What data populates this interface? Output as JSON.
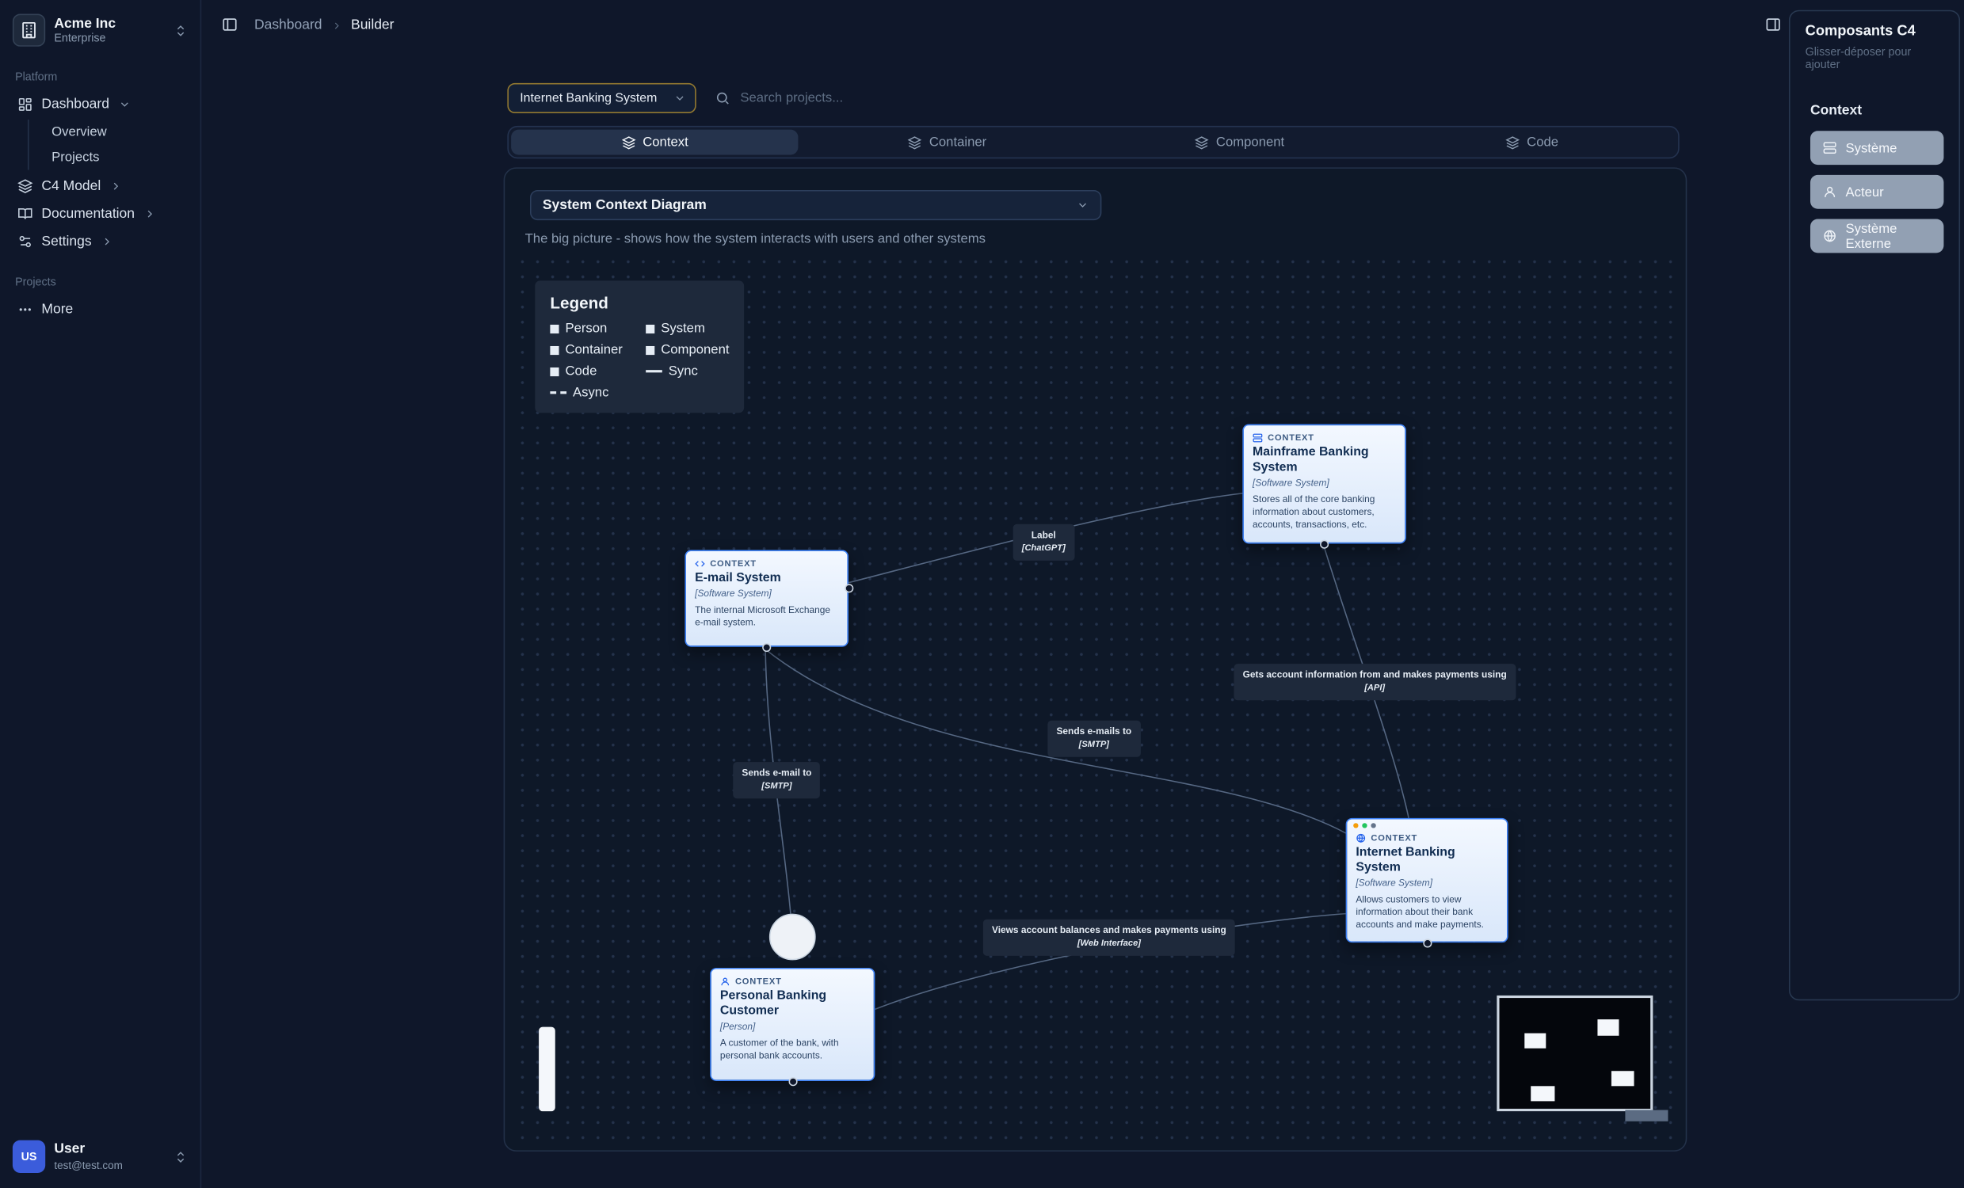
{
  "colors": {
    "accent_blue": "#3b82f6",
    "node_bg": "#e9f1fc",
    "canvas_bg": "#0f172a",
    "edge_label_bg": "#1e293b",
    "selector_focus_border": "#937930"
  },
  "sidebar": {
    "org": {
      "name": "Acme Inc",
      "plan": "Enterprise"
    },
    "platform_label": "Platform",
    "dashboard": {
      "label": "Dashboard",
      "children": [
        "Overview",
        "Projects"
      ]
    },
    "items": [
      {
        "label": "C4 Model"
      },
      {
        "label": "Documentation"
      },
      {
        "label": "Settings"
      }
    ],
    "projects_label": "Projects",
    "more_label": "More",
    "user": {
      "initials": "US",
      "name": "User",
      "email": "test@test.com"
    }
  },
  "breadcrumb": {
    "root": "Dashboard",
    "current": "Builder"
  },
  "toolbar": {
    "project_selector": "Internet Banking System",
    "search_placeholder": "Search projects..."
  },
  "tabs": [
    {
      "label": "Context"
    },
    {
      "label": "Container"
    },
    {
      "label": "Component"
    },
    {
      "label": "Code"
    }
  ],
  "diagram": {
    "type_selector": "System Context Diagram",
    "subtitle": "The big picture - shows how the system interacts with users and other systems",
    "legend": {
      "title": "Legend",
      "items": [
        "Person",
        "System",
        "Container",
        "Component",
        "Code",
        "Sync",
        "Async"
      ]
    },
    "nodes": [
      {
        "kind": "CONTEXT",
        "title": "Mainframe Banking System",
        "tag": "[Software System]",
        "description": "Stores all of the core banking information about customers, accounts, transactions, etc."
      },
      {
        "kind": "CONTEXT",
        "title": "E-mail System",
        "tag": "[Software System]",
        "description": "The internal Microsoft Exchange e-mail system."
      },
      {
        "kind": "CONTEXT",
        "title": "Internet Banking System",
        "tag": "[Software System]",
        "description": "Allows customers to view information about their bank accounts and make payments."
      },
      {
        "kind": "CONTEXT",
        "title": "Personal Banking Customer",
        "tag": "[Person]",
        "description": "A customer of the bank, with personal bank accounts."
      }
    ],
    "edges": [
      {
        "label": "Label",
        "tech": "[ChatGPT]"
      },
      {
        "label": "Gets account information from and makes payments using",
        "tech": "[API]"
      },
      {
        "label": "Sends e-mails to",
        "tech": "[SMTP]"
      },
      {
        "label": "Sends e-mail to",
        "tech": "[SMTP]"
      },
      {
        "label": "Views account balances and makes payments using",
        "tech": "[Web Interface]"
      }
    ]
  },
  "right_panel": {
    "title": "Composants C4",
    "subtitle": "Glisser-déposer pour ajouter",
    "section_label": "Context",
    "items": [
      {
        "label": "Système"
      },
      {
        "label": "Acteur"
      },
      {
        "label": "Système Externe"
      }
    ]
  }
}
